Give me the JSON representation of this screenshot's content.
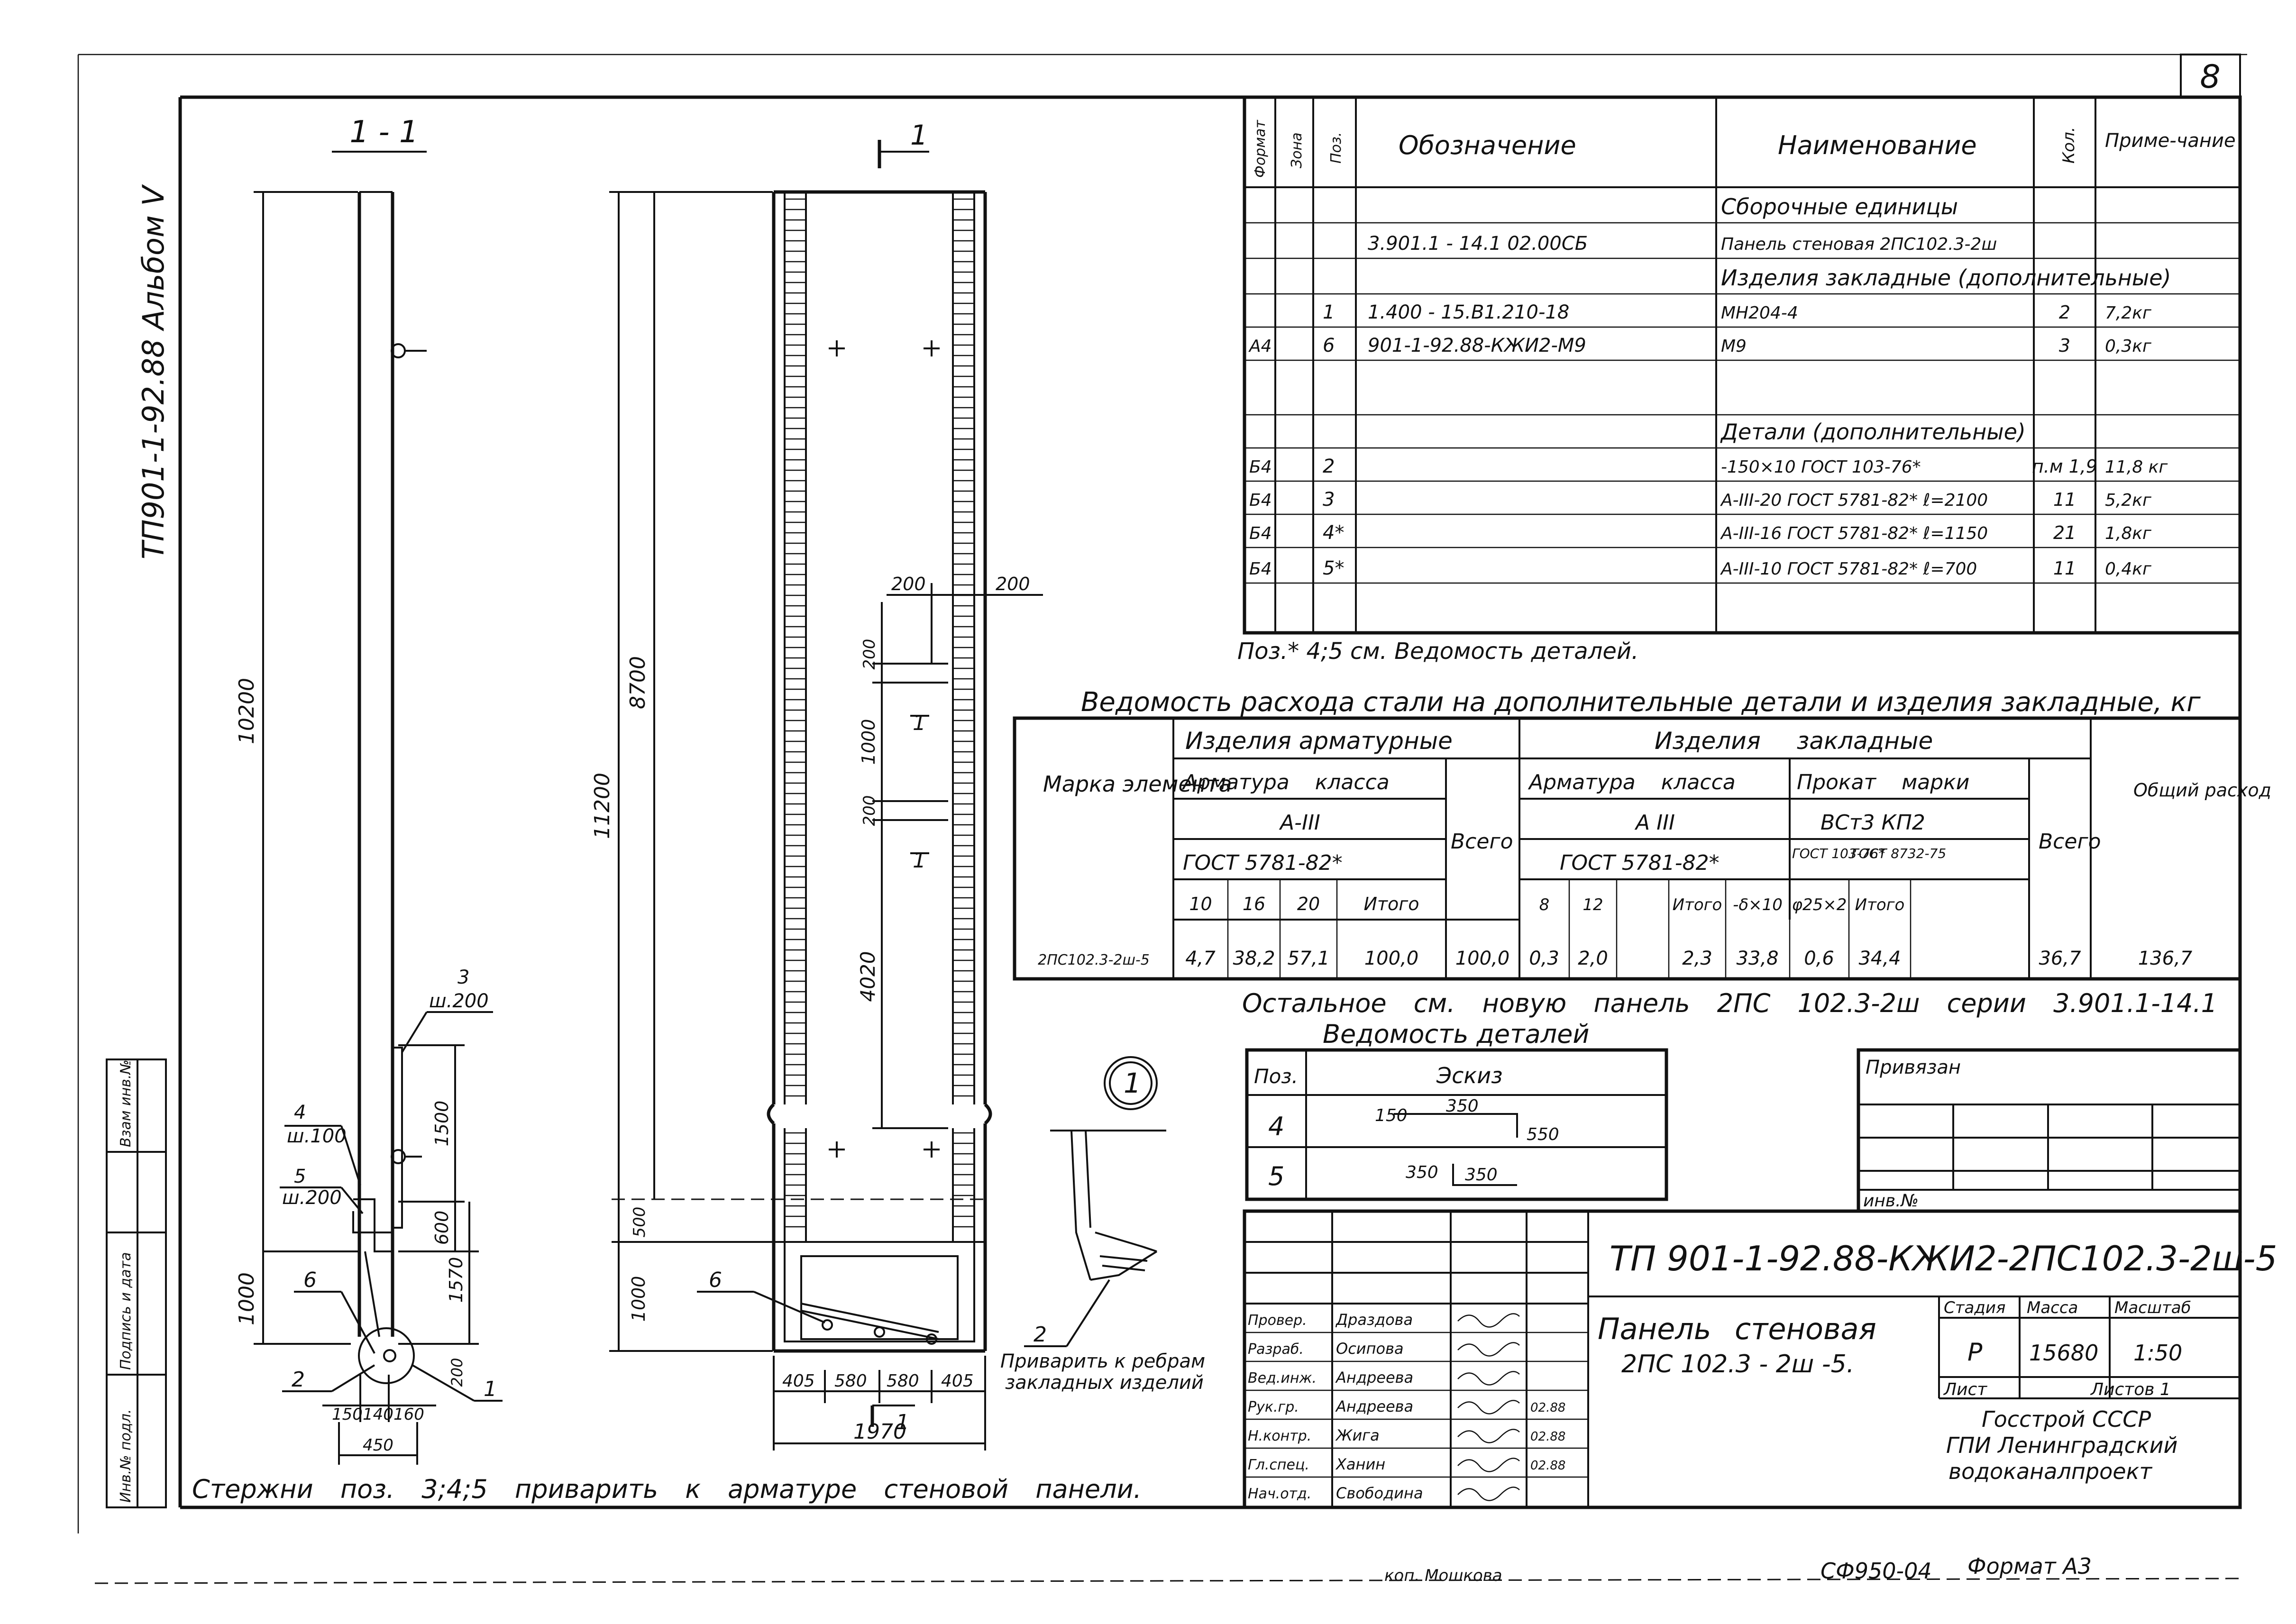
{
  "sheet": {
    "sheet_number": "8",
    "album": "ТП901-1-92.88 Альбом V",
    "copied_by": "коп. Мошкова",
    "order_number": "СФ950-04",
    "format": "Формат А3"
  },
  "side_stamp": {
    "inv_original": "Инв.№ подл.",
    "signature_date": "Подпись и дата",
    "replace_inv": "Взам инв.№"
  },
  "section_view": {
    "title": "1 - 1",
    "dim_total": "10200",
    "dim_bottom": "1000",
    "dim_1500": "1500",
    "dim_1570": "1570",
    "dim_600": "600",
    "dim_200": "200",
    "dims_bottom": [
      "150",
      "140",
      "160"
    ],
    "dim_450": "450",
    "callouts": [
      {
        "pos": "3",
        "spec": "ш.200"
      },
      {
        "pos": "4",
        "spec": "ш.100"
      },
      {
        "pos": "5",
        "spec": "ш.200"
      },
      {
        "pos": "6",
        "spec": ""
      },
      {
        "pos": "2",
        "spec": ""
      },
      {
        "pos": "1",
        "spec": ""
      }
    ]
  },
  "elevation_view": {
    "cut_label": "1",
    "dim_total": "11200",
    "dim_upper": "8700",
    "dim_200a": "200",
    "dim_200b": "200",
    "dim_200c": "200",
    "dim_1000": "1000",
    "dim_200d": "200",
    "dim_4020": "4020",
    "dim_500": "500",
    "dim_1000b": "1000",
    "bottom_dims": [
      "405",
      "580",
      "580",
      "405"
    ],
    "dim_width": "1970",
    "callout_6": "6",
    "callout_1a": "1",
    "callout_1b": "1",
    "callout_1c": "1"
  },
  "detail_view": {
    "label": "1",
    "callout": "2",
    "note_line1": "Приварить к ребрам",
    "note_line2": "закладных изделий"
  },
  "bottom_note": "Стержни поз. 3;4;5 приварить к арматуре стеновой панели.",
  "spec_table": {
    "headers": {
      "format": "Формат",
      "zone": "Зона",
      "pos": "Поз.",
      "designation": "Обозначение",
      "name": "Наименование",
      "qty": "Кол.",
      "note": "Приме-чание"
    },
    "rows": [
      {
        "fmt": "",
        "pos": "",
        "designation": "",
        "name": "Сборочные единицы",
        "qty": "",
        "note": "",
        "heading": true
      },
      {
        "fmt": "",
        "pos": "",
        "designation": "3.901.1 - 14.1 02.00СБ",
        "name": "Панель стеновая 2ПС102.3-2ш",
        "qty": "",
        "note": ""
      },
      {
        "fmt": "",
        "pos": "",
        "designation": "",
        "name": "Изделия закладные (дополнительные)",
        "qty": "",
        "note": "",
        "heading": true
      },
      {
        "fmt": "",
        "pos": "1",
        "designation": "1.400 - 15.В1.210-18",
        "name": "МН204-4",
        "qty": "2",
        "note": "7,2кг"
      },
      {
        "fmt": "А4",
        "pos": "6",
        "designation": "901-1-92.88-КЖИ2-М9",
        "name": "М9",
        "qty": "3",
        "note": "0,3кг"
      },
      {
        "fmt": "",
        "pos": "",
        "designation": "",
        "name": "",
        "qty": "",
        "note": ""
      },
      {
        "fmt": "",
        "pos": "",
        "designation": "",
        "name": "Детали (дополнительные)",
        "qty": "",
        "note": "",
        "heading": true
      },
      {
        "fmt": "Б4",
        "pos": "2",
        "designation": "",
        "name": "-150×10 ГОСТ 103-76*",
        "qty": "п.м 1,9",
        "note": "11,8 кг"
      },
      {
        "fmt": "Б4",
        "pos": "3",
        "designation": "",
        "name": "А-III-20 ГОСТ 5781-82* ℓ=2100",
        "qty": "11",
        "note": "5,2кг"
      },
      {
        "fmt": "Б4",
        "pos": "4*",
        "designation": "",
        "name": "А-III-16 ГОСТ 5781-82* ℓ=1150",
        "qty": "21",
        "note": "1,8кг"
      },
      {
        "fmt": "Б4",
        "pos": "5*",
        "designation": "",
        "name": "А-III-10 ГОСТ 5781-82* ℓ=700",
        "qty": "11",
        "note": "0,4кг"
      }
    ],
    "footnote": "Поз.* 4;5 см. Ведомость деталей."
  },
  "steel_table": {
    "title": "Ведомость расхода стали на дополнительные детали и изделия закладные, кг",
    "mark_header": "Марка элемента",
    "rebar_items": "Изделия арматурные",
    "embedded_items": "Изделия закладные",
    "rebar_class": "Арматура класса",
    "rebar_class_b": "Арматура класса",
    "rolled": "Прокат марки",
    "class_a3": "А-III",
    "class_a3_b": "А III",
    "gost_a": "ГОСТ 5781-82*",
    "gost_b": "ГОСТ 5781-82*",
    "steel_grade": "ВСт3 КП2",
    "gost_c1": "ГОСТ 103-76*",
    "gost_c2": "ГОСТ 8732-75",
    "total": "Всего",
    "total_b": "Всего",
    "grand_total": "Общий расход",
    "cols_a": [
      "10",
      "16",
      "20",
      "Итого"
    ],
    "cols_b": [
      "8",
      "12",
      "",
      "Итого",
      "-δ×10",
      "φ25×2",
      "Итого"
    ],
    "data_row": [
      "2ПС102.3-2ш-5",
      "4,7",
      "38,2",
      "57,1",
      "100,0",
      "100,0",
      "0,3",
      "2,0",
      "",
      "2,3",
      "33,8",
      "0,6",
      "34,4",
      "36,7",
      "136,7"
    ]
  },
  "other_note": "Остальное см. новую панель 2ПС 102.3-2ш серии 3.901.1-14.1",
  "details_table": {
    "title": "Ведомость деталей",
    "pos_header": "Поз.",
    "sketch_header": "Эскиз",
    "rows": [
      {
        "pos": "4",
        "a": "150",
        "b": "350",
        "c": "550"
      },
      {
        "pos": "5",
        "a": "350",
        "b": "350",
        "c": ""
      }
    ]
  },
  "binding_block": {
    "title": "Привязан",
    "inv_label": "инв.№"
  },
  "title_block": {
    "code": "ТП 901-1-92.88-КЖИ2-2ПС102.3-2ш-5",
    "name_line1": "Панель стеновая",
    "name_line2": "2ПС 102.3 - 2ш -5.",
    "stage_header": "Стадия",
    "mass_header": "Масса",
    "scale_header": "Масштаб",
    "stage": "Р",
    "mass": "15680",
    "scale": "1:50",
    "sheet_label": "Лист",
    "sheets_label": "Листов 1",
    "org_line1": "Госстрой СССР",
    "org_line2": "ГПИ Ленинградский",
    "org_line3": "водоканалпроект",
    "staff": [
      {
        "role": "Провер.",
        "name": "Драздова",
        "sign": "",
        "date": ""
      },
      {
        "role": "Разраб.",
        "name": "Осипова",
        "sign": "",
        "date": ""
      },
      {
        "role": "Вед.инж.",
        "name": "Андреева",
        "sign": "",
        "date": ""
      },
      {
        "role": "Рук.гр.",
        "name": "Андреева",
        "sign": "",
        "date": "02.88"
      },
      {
        "role": "Н.контр.",
        "name": "Жига",
        "sign": "",
        "date": "02.88"
      },
      {
        "role": "Гл.спец.",
        "name": "Ханин",
        "sign": "",
        "date": "02.88"
      },
      {
        "role": "Нач.отд.",
        "name": "Свободина",
        "sign": "",
        "date": ""
      }
    ]
  }
}
